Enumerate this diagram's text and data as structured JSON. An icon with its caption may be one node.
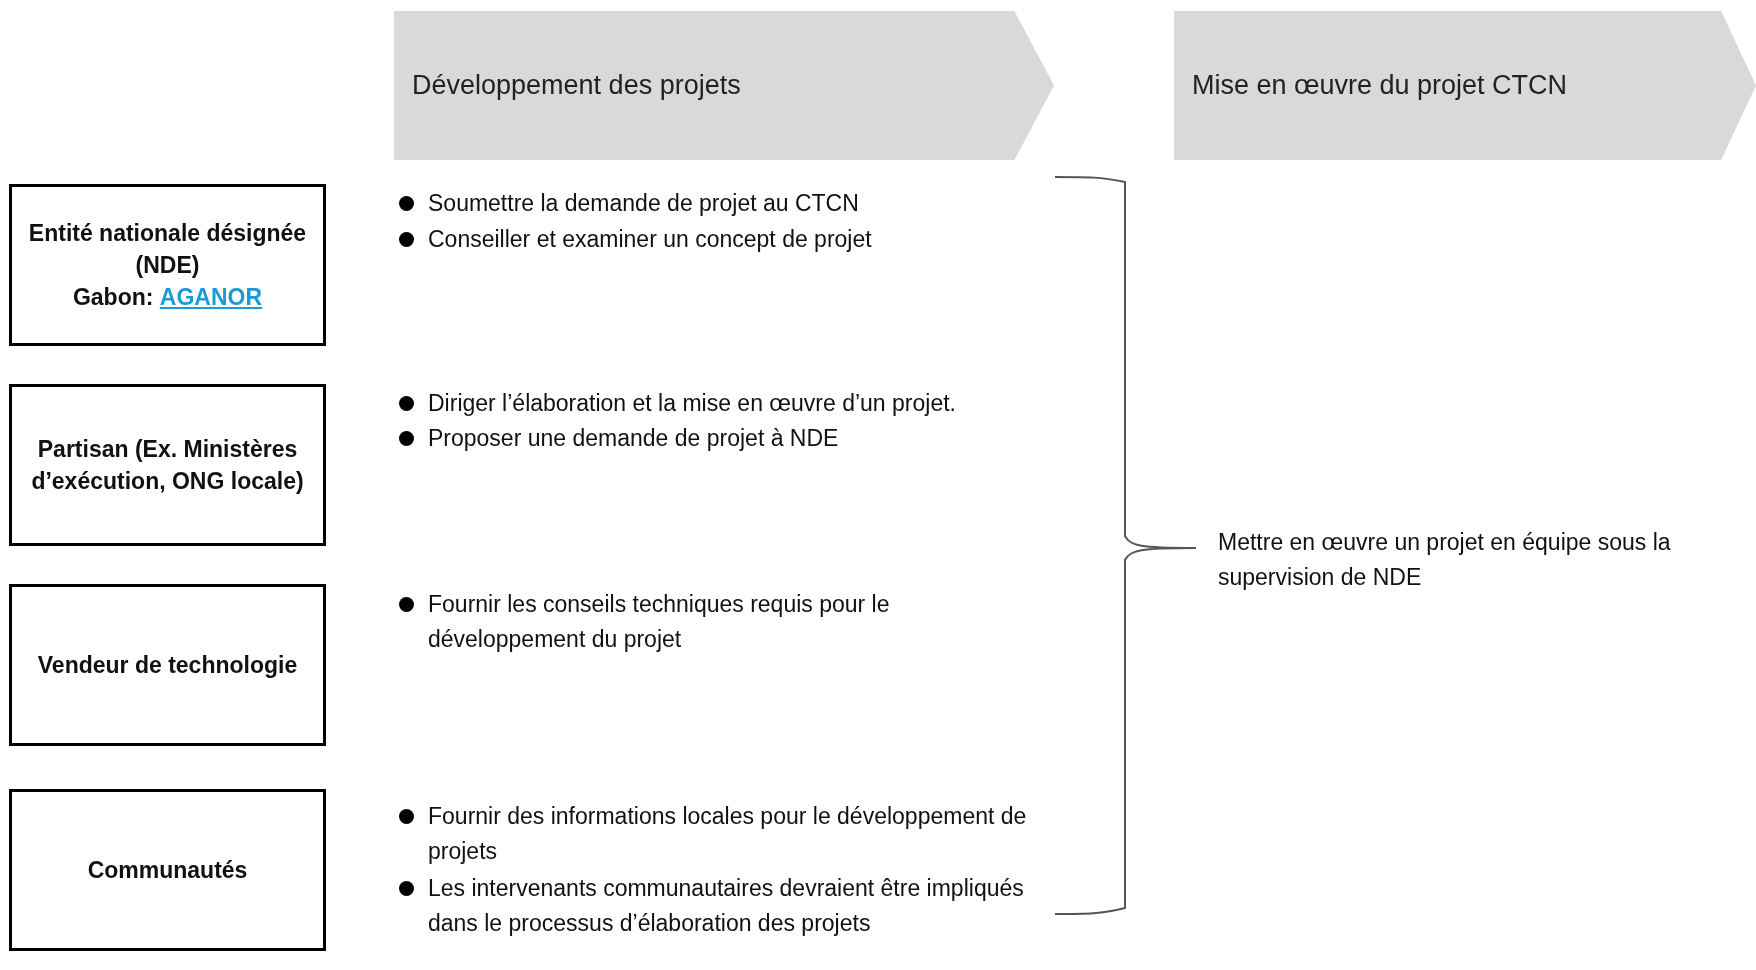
{
  "diagram": {
    "nodes": [
      {
        "text": [
          "Développement des projets"
        ]
      },
      {
        "text": [
          "Mise en œuvre du projet CTCN"
        ]
      },
      {
        "text": [
          "Entité nationale désignée (NDE)",
          "Gabon:",
          "AGANOR"
        ]
      },
      {
        "text": [
          "Partisan (Ex. Ministères d’exécution, ONG locale)"
        ]
      },
      {
        "text": [
          "Vendeur de technologie"
        ]
      },
      {
        "text": [
          "Communautés"
        ]
      }
    ],
    "edges": [],
    "labels": [
      "Soumettre la demande de projet au CTCN",
      "Conseiller et examiner un concept de projet",
      "Diriger l’élaboration et la mise en œuvre d’un projet.",
      "Proposer une demande de projet à NDE",
      "Fournir les conseils techniques requis pour le développement du projet",
      "Fournir des informations locales pour le développement de projets",
      "Les intervenants communautaires devraient être impliqués dans le processus d’élaboration des projets",
      "Mettre en œuvre un projet en équipe sous la supervision de NDE"
    ]
  }
}
